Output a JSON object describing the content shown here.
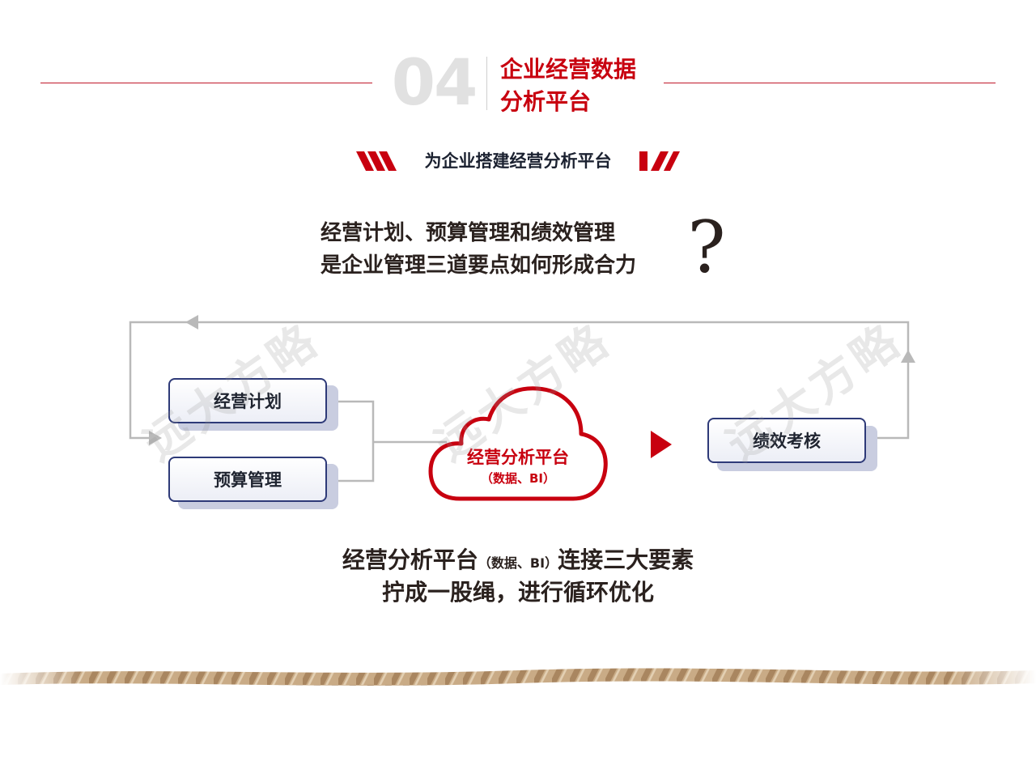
{
  "header": {
    "section_number": "04",
    "section_title_line1": "企业经营数据",
    "section_title_line2": "分析平台",
    "subtitle": "为企业搭建经营分析平台"
  },
  "question": {
    "line1": "经营计划、预算管理和绩效管理",
    "line2": "是企业管理三道要点如何形成合力",
    "mark": "?"
  },
  "diagram": {
    "box_plan": "经营计划",
    "box_budget": "预算管理",
    "box_performance": "绩效考核",
    "cloud_main": "经营分析平台",
    "cloud_sub": "（数据、BI）"
  },
  "conclusion": {
    "line1_a": "经营分析平台",
    "line1_small": "（数据、BI）",
    "line1_b": "连接三大要素",
    "line2": "拧成一股绳，进行循环优化"
  },
  "watermark": "远大方略",
  "colors": {
    "accent_red": "#c8000f",
    "box_border": "#2e3a78",
    "connector_gray": "#b9b9b9"
  }
}
